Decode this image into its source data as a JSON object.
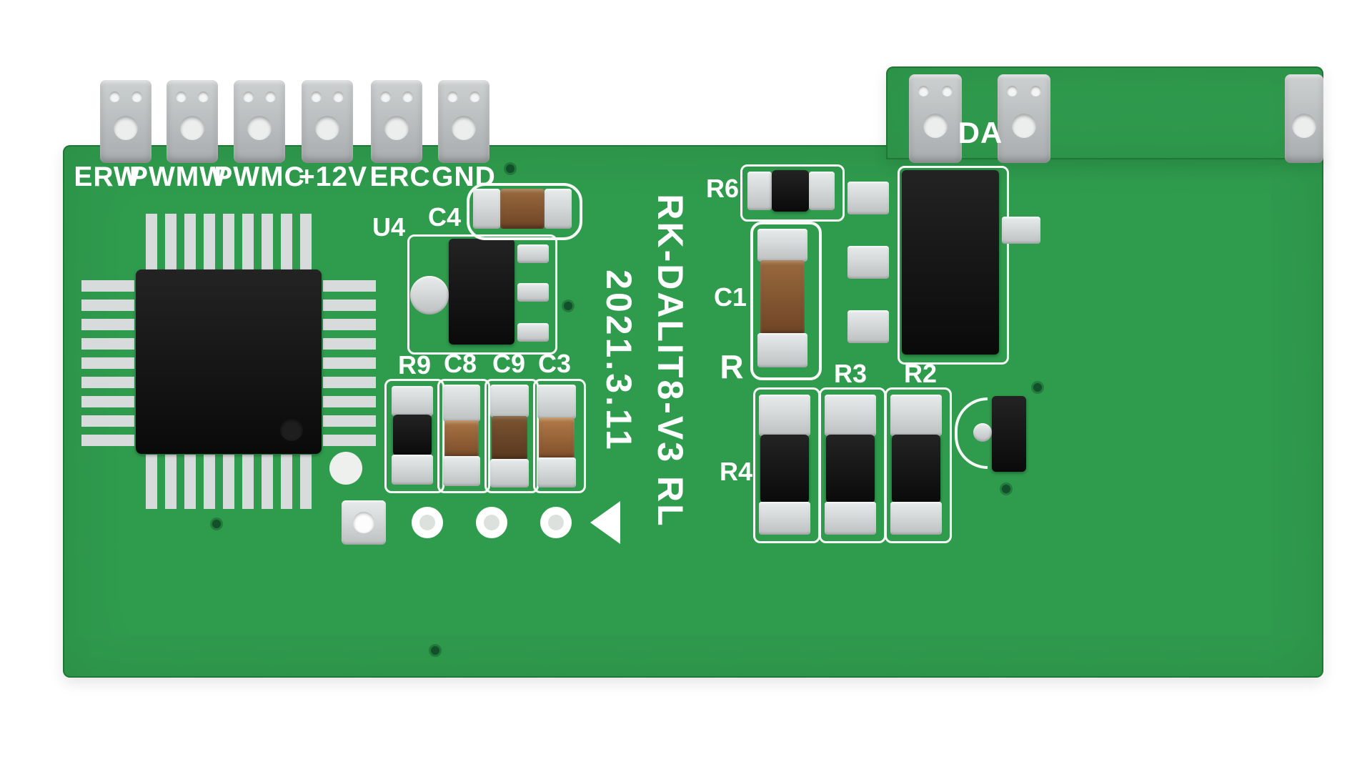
{
  "board": {
    "model": "RK-DALIT8-V3 RL",
    "date": "2021.3.11",
    "terminals": [
      "ERW",
      "PWMW",
      "PWMC",
      "+12V",
      "ERC",
      "GND"
    ],
    "right_terminal": "DA",
    "designators": {
      "u4": "U4",
      "c4": "C4",
      "r9": "R9",
      "c8": "C8",
      "c9": "C9",
      "c3": "C3",
      "r6": "R6",
      "c1": "C1",
      "r": "R",
      "r3": "R3",
      "r2": "R2",
      "r4": "R4"
    },
    "colors": {
      "pcb_green": "#2f9b4d",
      "silkscreen": "#f7f9f7",
      "pad_silver": "#d6d9da",
      "component_black": "#0a0a0a",
      "capacitor_brown": "#6e4425",
      "terminal_silver": "#a9acae"
    }
  }
}
